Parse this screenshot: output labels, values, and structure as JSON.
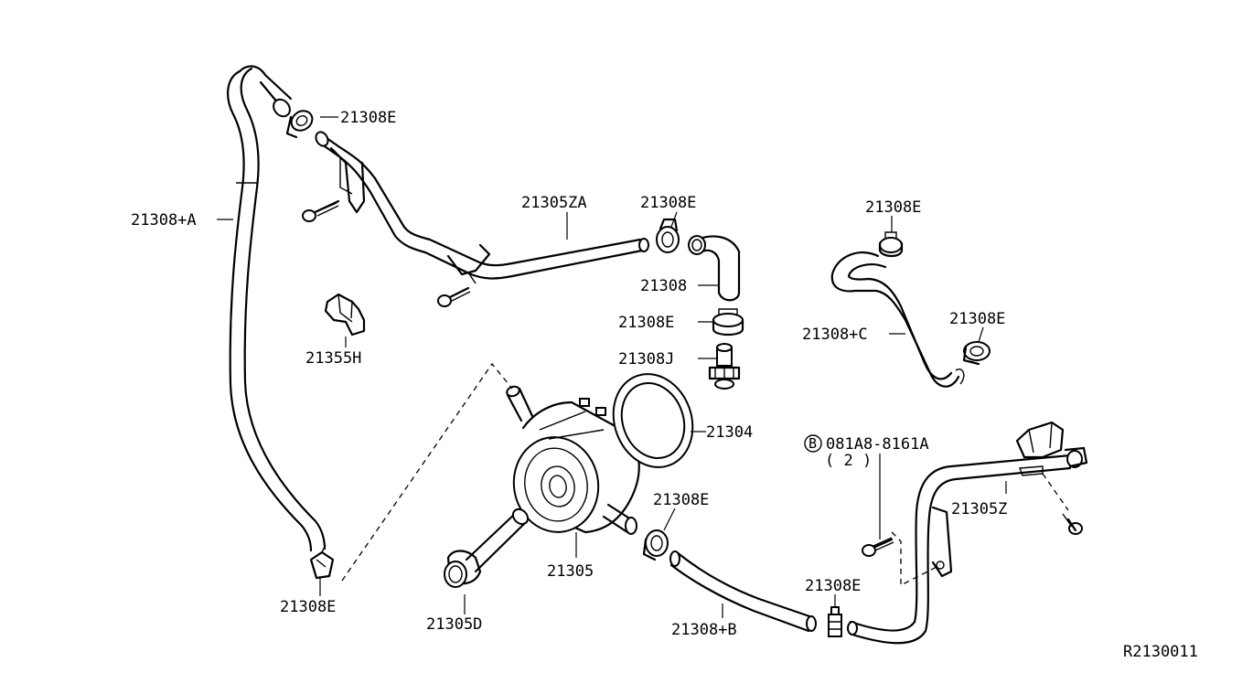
{
  "labels": {
    "l_21308E_top": "21308E",
    "l_21308A": "21308+A",
    "l_21305ZA": "21305ZA",
    "l_21308E_mid": "21308E",
    "l_21308": "21308",
    "l_21308E_clamp": "21308E",
    "l_21308J": "21308J",
    "l_21355H": "21355H",
    "l_21304": "21304",
    "l_21305": "21305",
    "l_21305D": "21305D",
    "l_21308E_cooler": "21308E",
    "l_21308B": "21308+B",
    "l_21308E_bottom_left": "21308E",
    "l_21308E_bottom_right": "21308E",
    "l_21308E_right_top": "21308E",
    "l_21308C": "21308+C",
    "l_21308E_right_mid": "21308E",
    "l_bolt_code": "081A8-8161A",
    "l_bolt_circle": "B",
    "l_bolt_qty": "( 2 )",
    "l_21305Z": "21305Z",
    "l_ref": "R2130011"
  }
}
